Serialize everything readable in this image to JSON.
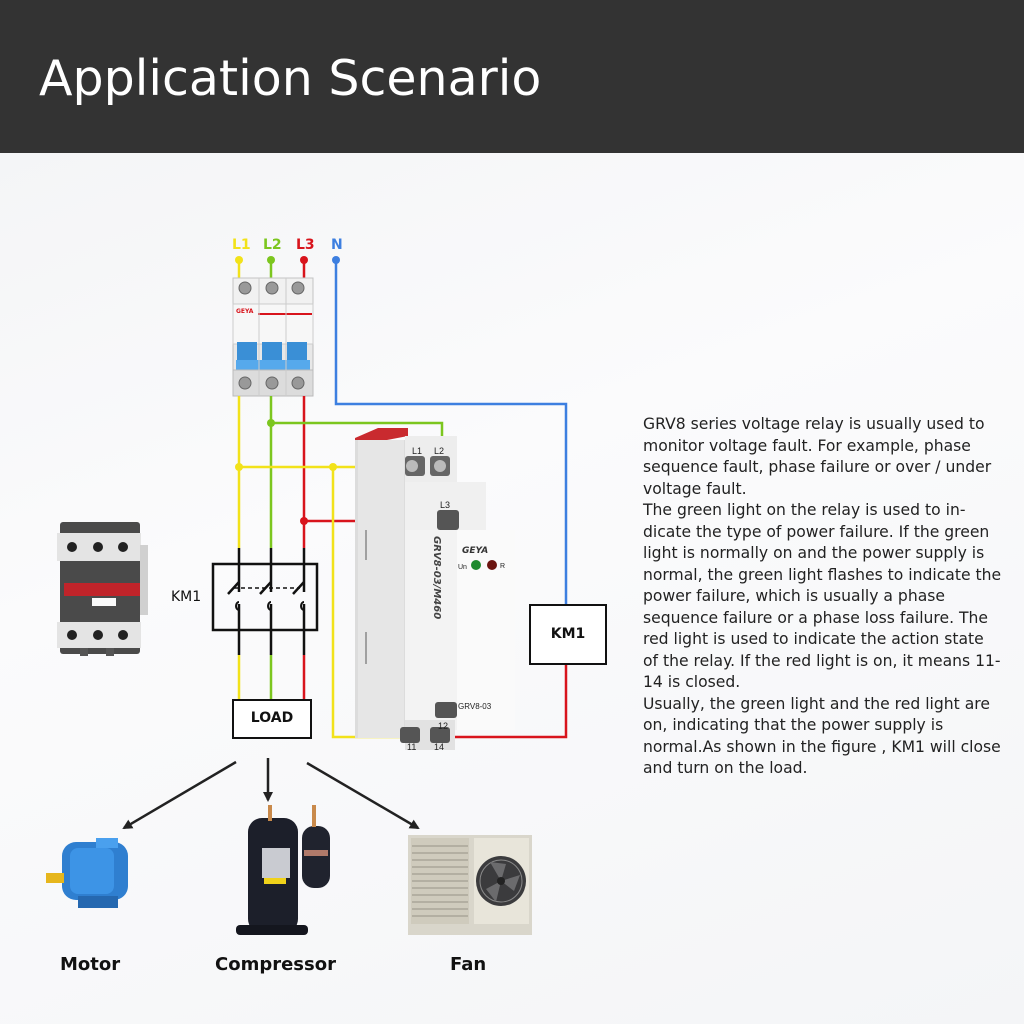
{
  "header": {
    "title": "Application Scenario"
  },
  "phases": [
    {
      "label": "L1",
      "color": "#f2e21a"
    },
    {
      "label": "L2",
      "color": "#7cc61f"
    },
    {
      "label": "L3",
      "color": "#d8141c"
    },
    {
      "label": "N",
      "color": "#3d7fe0"
    }
  ],
  "breaker": {
    "brand": "GEYA"
  },
  "contactor": {
    "label": "KM1"
  },
  "load": {
    "label": "LOAD"
  },
  "coil": {
    "label": "KM1"
  },
  "relay": {
    "brand": "GEYA",
    "model_vertical": "GRV8-03/M460",
    "model_label": "GRV8-03",
    "terminal_l1": "L1",
    "terminal_l2": "L2",
    "terminal_l3": "L3",
    "led_un": "Un",
    "led_r": "R",
    "terminal_11": "11",
    "terminal_12": "12",
    "terminal_14": "14"
  },
  "loads": [
    {
      "name": "Motor"
    },
    {
      "name": "Compressor"
    },
    {
      "name": "Fan"
    }
  ],
  "description": {
    "paragraphs": [
      "GRV8 series voltage relay is usually used to monitor voltage fault. For example, phase sequence fault, phase failure or over / under voltage fault.",
      "The green light on the relay is used to in-dicate the type of power failure. If the green light is normally on and the power supply is normal, the green light flashes to indicate the power failure, which is usually a phase sequence failure or a phase loss failure. The red light is used to indicate the action state of the relay. If the red light is on, it means 11-14 is closed.",
      "Usually, the green light and the red light are on, indicating that the power supply is normal.As shown in the figure , KM1 will close and turn on the load."
    ]
  }
}
